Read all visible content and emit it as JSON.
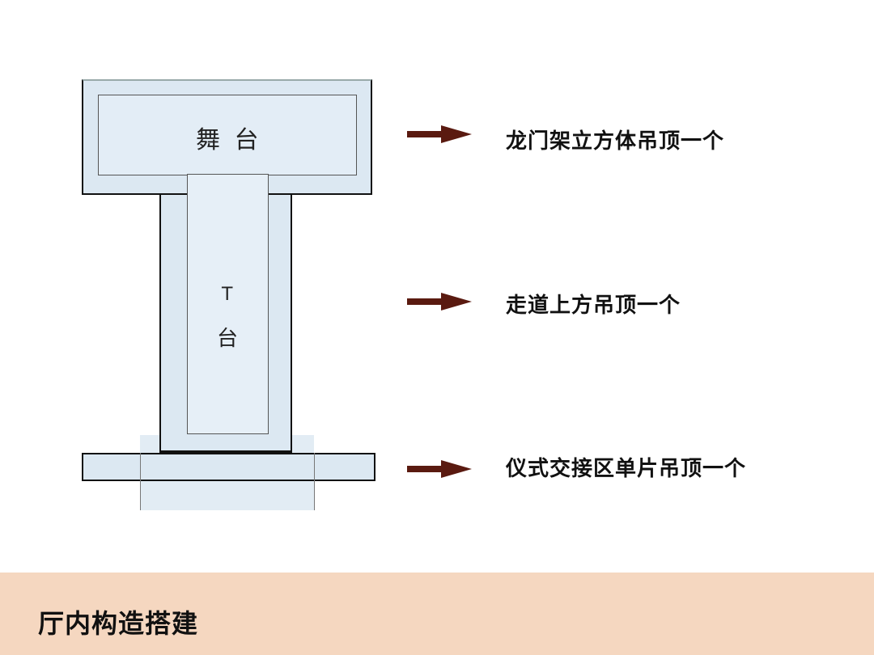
{
  "diagram": {
    "stage_label": "舞 台",
    "t_stage_label_line1": "T",
    "t_stage_label_line2": "台"
  },
  "annotations": [
    {
      "text": "龙门架立方体吊顶一个"
    },
    {
      "text": "走道上方吊顶一个"
    },
    {
      "text": "仪式交接区单片吊顶一个"
    }
  ],
  "footer": {
    "title": "厅内构造搭建"
  },
  "colors": {
    "shape_fill": "#dce8f2",
    "arrow": "#5a1a10",
    "footer_bg": "#f5d7c0"
  }
}
